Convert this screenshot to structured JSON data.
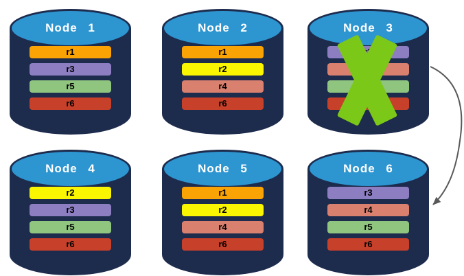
{
  "palette": {
    "background": "#FFFFFF",
    "cylinder_body": "#1D2B4D",
    "cylinder_top": "#2D95D0"
  },
  "x_mark": {
    "icon": "x-cross-icon",
    "color": "#7CC818"
  },
  "arrow": {
    "color": "#595959",
    "from": "Node 3",
    "to": "Node 6"
  },
  "nodes": [
    {
      "label": "Node 1",
      "failed": false,
      "replicas": [
        {
          "label": "r1",
          "color": "#F9A305"
        },
        {
          "label": "r3",
          "color": "#8D7EC2"
        },
        {
          "label": "r5",
          "color": "#8FC57E"
        },
        {
          "label": "r6",
          "color": "#C7402A"
        }
      ]
    },
    {
      "label": "Node 2",
      "failed": false,
      "replicas": [
        {
          "label": "r1",
          "color": "#F9A305"
        },
        {
          "label": "r2",
          "color": "#FAF500"
        },
        {
          "label": "r4",
          "color": "#D9806F"
        },
        {
          "label": "r6",
          "color": "#C7402A"
        }
      ]
    },
    {
      "label": "Node 3",
      "failed": true,
      "replicas": [
        {
          "label": "r3",
          "color": "#8D7EC2"
        },
        {
          "label": "r4",
          "color": "#D9806F"
        },
        {
          "label": "r5",
          "color": "#8FC57E"
        },
        {
          "label": "r6",
          "color": "#C7402A"
        }
      ]
    },
    {
      "label": "Node 4",
      "failed": false,
      "replicas": [
        {
          "label": "r2",
          "color": "#FAF500"
        },
        {
          "label": "r3",
          "color": "#8D7EC2"
        },
        {
          "label": "r5",
          "color": "#8FC57E"
        },
        {
          "label": "r6",
          "color": "#C7402A"
        }
      ]
    },
    {
      "label": "Node 5",
      "failed": false,
      "replicas": [
        {
          "label": "r1",
          "color": "#F9A305"
        },
        {
          "label": "r2",
          "color": "#FAF500"
        },
        {
          "label": "r4",
          "color": "#D9806F"
        },
        {
          "label": "r6",
          "color": "#C7402A"
        }
      ]
    },
    {
      "label": "Node 6",
      "failed": false,
      "replicas": [
        {
          "label": "r3",
          "color": "#8D7EC2"
        },
        {
          "label": "r4",
          "color": "#D9806F"
        },
        {
          "label": "r5",
          "color": "#8FC57E"
        },
        {
          "label": "r6",
          "color": "#C7402A"
        }
      ]
    }
  ]
}
